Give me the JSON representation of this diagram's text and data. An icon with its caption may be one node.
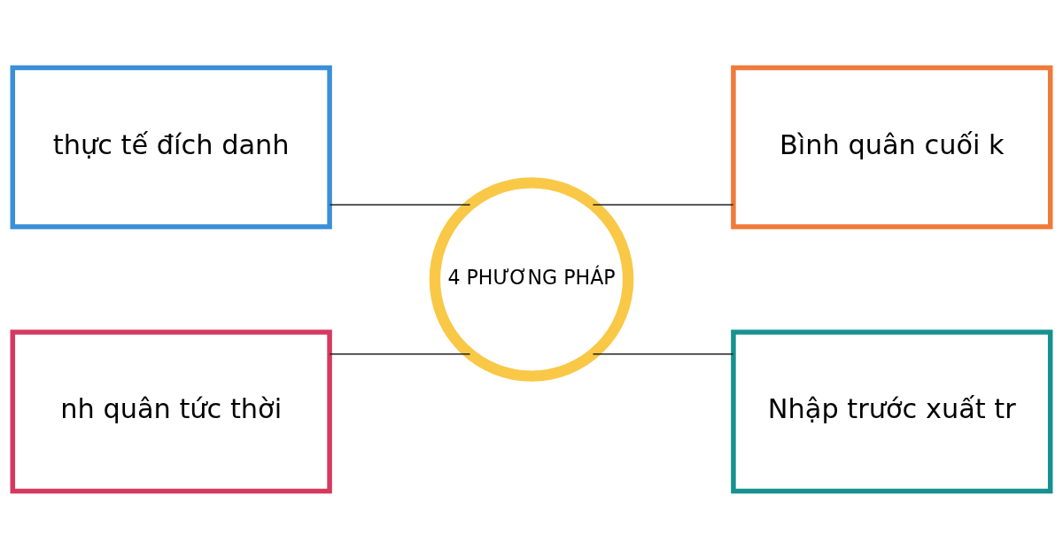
{
  "diagram": {
    "nodes": [
      {
        "text": [
          "thực tế đích danh"
        ]
      },
      {
        "text": [
          "Bình quân cuối k"
        ]
      },
      {
        "text": [
          "4 PHƯƠNG PHÁP"
        ]
      },
      {
        "text": [
          "nh quân tức thời"
        ]
      },
      {
        "text": [
          "Nhập trước xuất tr"
        ]
      }
    ],
    "edges": [
      {
        "from": 0,
        "to": 2,
        "arrow": "none"
      },
      {
        "from": 2,
        "to": 1,
        "arrow": "none"
      },
      {
        "from": 3,
        "to": 2,
        "arrow": "none"
      },
      {
        "from": 2,
        "to": 4,
        "arrow": "none"
      }
    ]
  }
}
